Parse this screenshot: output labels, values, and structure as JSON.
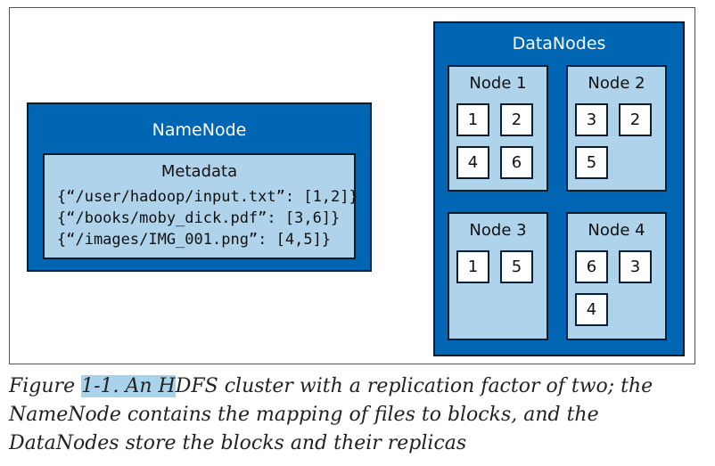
{
  "namenode": {
    "title": "NameNode",
    "metadata_title": "Metadata",
    "entries": [
      "{“/user/hadoop/input.txt”: [1,2]}",
      "{“/books/moby_dick.pdf”: [3,6]}",
      "{“/images/IMG_001.png”: [4,5]}"
    ]
  },
  "datanodes": {
    "title": "DataNodes",
    "nodes": [
      {
        "name": "Node 1",
        "blocks": [
          "1",
          "2",
          "4",
          "6"
        ]
      },
      {
        "name": "Node 2",
        "blocks": [
          "3",
          "2",
          "5"
        ]
      },
      {
        "name": "Node 3",
        "blocks": [
          "1",
          "5"
        ]
      },
      {
        "name": "Node 4",
        "blocks": [
          "6",
          "3",
          "4"
        ]
      }
    ]
  },
  "caption": {
    "prefix": "Figure ",
    "highlight": "1-1. An H",
    "rest": "DFS cluster with a replication factor of two; the NameNode contains the mapping of files to blocks, and the DataNodes store the blocks and their replicas"
  },
  "colors": {
    "outer_blue": "#0066b3",
    "inner_light_blue": "#aed3ea",
    "border": "#0a1e33",
    "highlight": "#a9d3ea"
  }
}
